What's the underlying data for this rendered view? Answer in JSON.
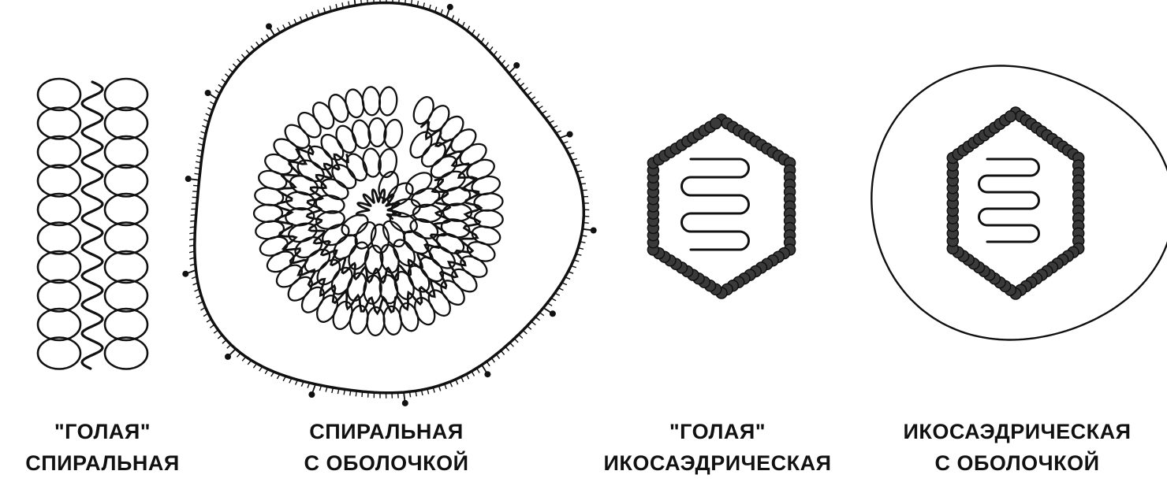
{
  "panels": [
    {
      "id": "naked-helical",
      "caption_line1": "\"ГОЛАЯ\"",
      "caption_line2": "СПИРАЛЬНАЯ"
    },
    {
      "id": "enveloped-helical",
      "caption_line1": "СПИРАЛЬНАЯ",
      "caption_line2": "С ОБОЛОЧКОЙ"
    },
    {
      "id": "naked-icosahedral",
      "caption_line1": "\"ГОЛАЯ\"",
      "caption_line2": "ИКОСАЭДРИЧЕСКАЯ"
    },
    {
      "id": "enveloped-icosahedral",
      "caption_line1": "ИКОСАЭДРИЧЕСКАЯ",
      "caption_line2": "С ОБОЛОЧКОЙ"
    }
  ],
  "colors": {
    "ink": "#111111",
    "background": "#ffffff"
  }
}
